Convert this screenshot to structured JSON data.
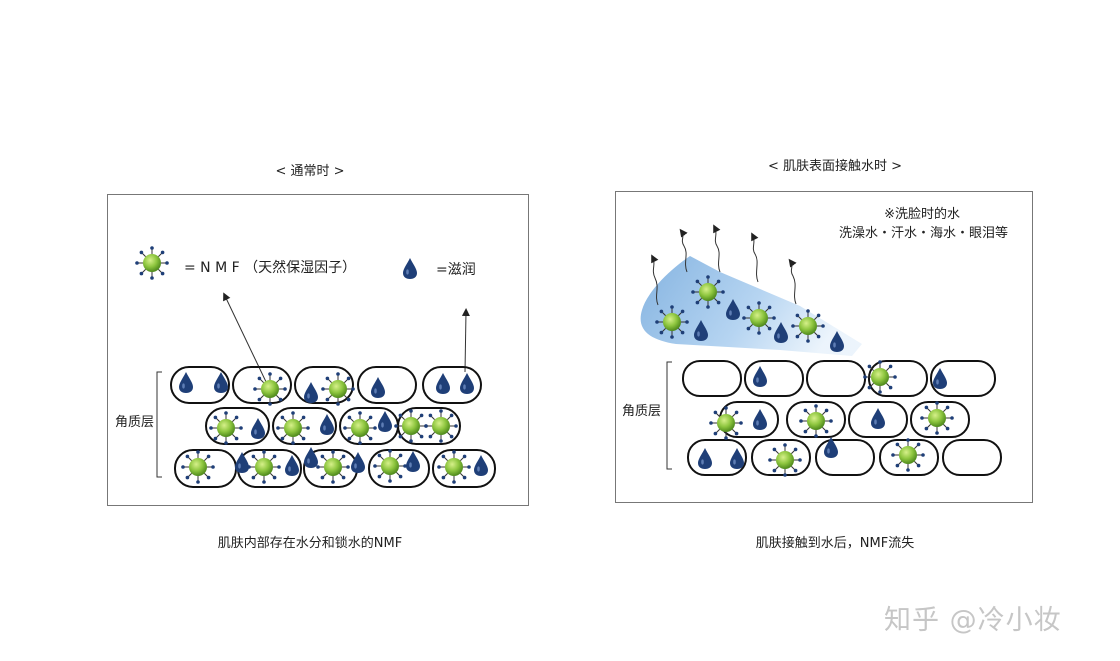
{
  "left_panel": {
    "heading": "< 通常时 >",
    "legend_nmf": "= N M F （天然保湿因子）",
    "legend_water": "=滋润",
    "layer_label": "角质层",
    "caption": "肌肤内部存在水分和锁水的NMF"
  },
  "right_panel": {
    "heading": "< 肌肤表面接触水时 >",
    "note_line1": "※洗脸时的水",
    "note_line2": "洗澡水・汗水・海水・眼泪等",
    "layer_label": "角质层",
    "caption": "肌肤接触到水后，NMF流失"
  },
  "watermark": "知乎 @冷小妆",
  "colors": {
    "nmf_green": "#8ec63f",
    "water_blue": "#1f3f78",
    "mist_blue": "#8bbbe6",
    "cell_border": "#111111"
  }
}
